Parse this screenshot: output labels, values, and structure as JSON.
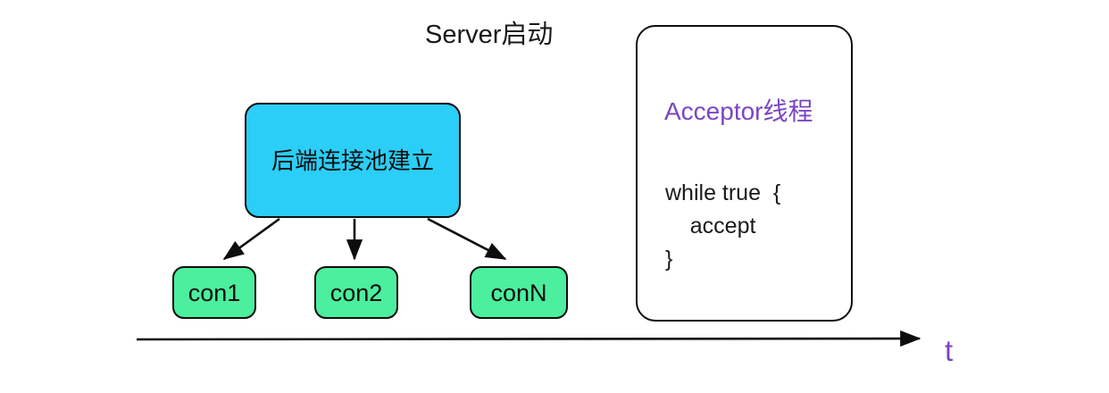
{
  "diagram": {
    "title": "Server启动",
    "pool": {
      "label": "后端连接池建立",
      "fill": "#2ACEF6",
      "stroke": "#0d0d0d"
    },
    "connections": {
      "fill": "#4BEF9D",
      "stroke": "#0d0d0d",
      "items": [
        {
          "label": "con1"
        },
        {
          "label": "con2"
        },
        {
          "label": "conN"
        }
      ]
    },
    "acceptor": {
      "title": "Acceptor线程",
      "title_color": "#7B46C2",
      "code": "while true  {\n    accept\n}",
      "stroke": "#0d0d0d"
    },
    "timeline": {
      "axis_label": "t",
      "axis_label_color": "#7B46C2",
      "stroke": "#0d0d0d"
    }
  }
}
